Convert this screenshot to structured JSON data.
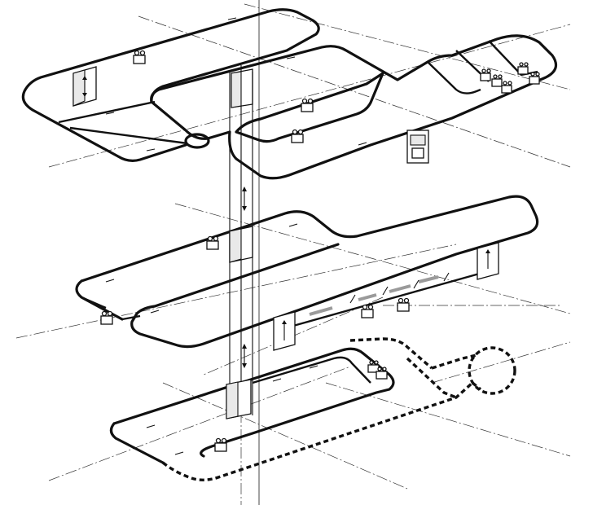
{
  "figure": {
    "levels": [
      "upper-level",
      "middle-level",
      "lower-level"
    ],
    "icons": {
      "carrier": "carrier-icon",
      "elevator": "elevator-icon",
      "station": "station-icon",
      "vertical-arrow": "double-arrow-icon"
    },
    "colors": {
      "ink": "#111111",
      "paper": "#ffffff",
      "highlight": "#9a9a9a"
    }
  }
}
